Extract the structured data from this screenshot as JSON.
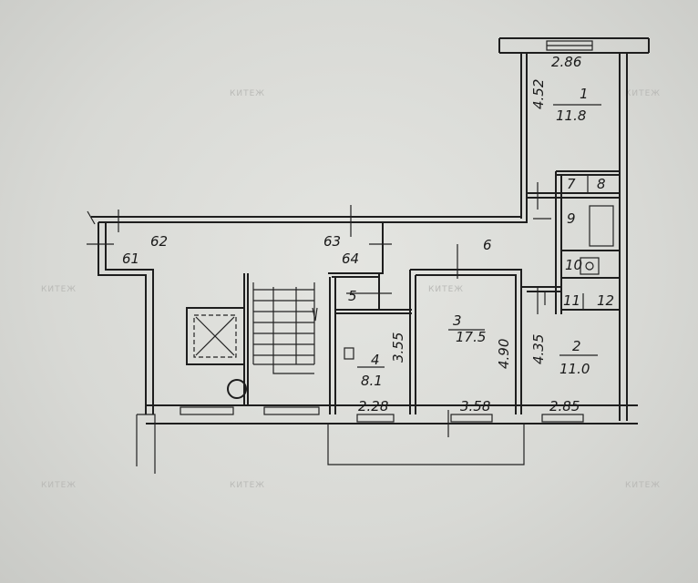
{
  "plan": {
    "rooms": [
      {
        "number": "1",
        "area": "11.8",
        "width": "2.86",
        "length": "4.52"
      },
      {
        "number": "2",
        "area": "11.0",
        "width": "2.85",
        "length": "4.35"
      },
      {
        "number": "3",
        "area": "17.5",
        "width": "3.58",
        "length": "4.90"
      },
      {
        "number": "4",
        "area": "8.1",
        "width": "2.28",
        "length": "3.55"
      },
      {
        "number": "5"
      },
      {
        "number": "6"
      },
      {
        "number": "7"
      },
      {
        "number": "8"
      },
      {
        "number": "9"
      },
      {
        "number": "10"
      },
      {
        "number": "11"
      },
      {
        "number": "12"
      }
    ],
    "common_areas": [
      "61",
      "62",
      "63",
      "64"
    ],
    "watermark": "КИТЕЖ",
    "colors": {
      "paper": "#d6d7d3",
      "ink": "#1e1e1e",
      "watermark": "#b9b9b6"
    }
  }
}
